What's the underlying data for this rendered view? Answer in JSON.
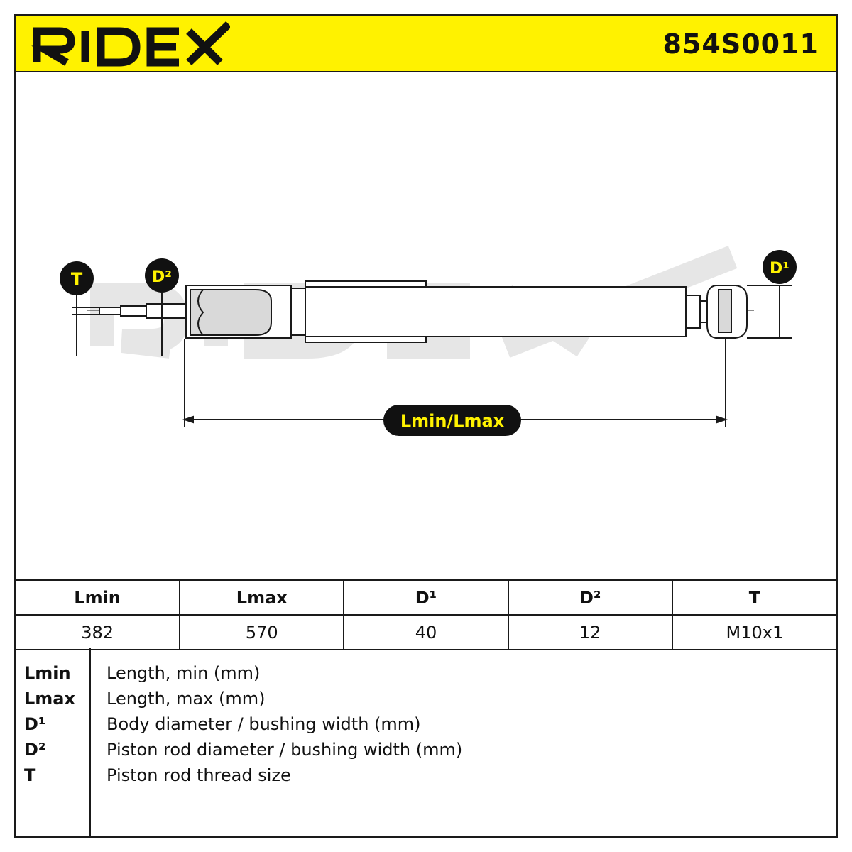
{
  "header": {
    "brand": "RIDEX",
    "part_number": "854S0011"
  },
  "colors": {
    "header_bg": "#fff200",
    "badge_bg": "#111111",
    "badge_text": "#fff200",
    "watermark": "#e6e6e6",
    "line": "#1a1a1a"
  },
  "drawing": {
    "labels": {
      "t": "T",
      "d2": "D²",
      "d1": "D¹",
      "length": "Lmin/Lmax"
    },
    "watermark_text": "RIDEX"
  },
  "specs": {
    "headers": [
      "Lmin",
      "Lmax",
      "D¹",
      "D²",
      "T"
    ],
    "values": [
      "382",
      "570",
      "40",
      "12",
      "M10x1"
    ]
  },
  "legend": [
    {
      "key": "Lmin",
      "desc": "Length, min (mm)"
    },
    {
      "key": "Lmax",
      "desc": "Length, max (mm)"
    },
    {
      "key": "D¹",
      "desc": "Body diameter / bushing width (mm)"
    },
    {
      "key": "D²",
      "desc": "Piston rod diameter / bushing width (mm)"
    },
    {
      "key": "T",
      "desc": "Piston rod thread size"
    }
  ]
}
